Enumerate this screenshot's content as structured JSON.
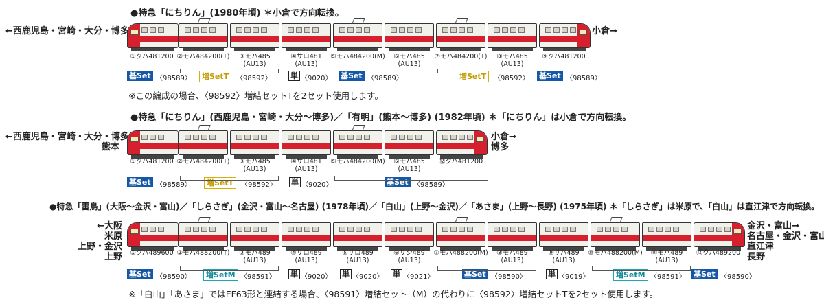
{
  "colors": {
    "stripe": "#d7202e",
    "body": "#f2f2ec",
    "base_badge": "#1458a6",
    "zosetT": "#c49a00",
    "zosetM": "#128a99"
  },
  "section1": {
    "title": "●特急「にちりん」(1980年頃) ＊小倉で方向転換。",
    "left_dest": "←西鹿児島・宮崎・大分・博多",
    "right_dest": "小倉→",
    "cars": [
      "①クハ481200",
      "②モハ484200(T)",
      "③モハ485\n(AU13)",
      "④サロ481\n(AU13)",
      "⑤モハ484200(M)",
      "⑥モハ485\n(AU13)",
      "⑦モハ484200(T)",
      "⑧モハ485\n(AU13)",
      "⑨クハ481200"
    ],
    "sets": [
      {
        "badge": "基Set",
        "num": "〈98589〉"
      },
      {
        "badge": "増SetT",
        "num": "〈98592〉"
      },
      {
        "badge": "単",
        "num": "〈9020〉"
      },
      {
        "badge": "基Set",
        "num": "〈98589〉"
      },
      {
        "badge": "増SetT",
        "num": "〈98592〉"
      },
      {
        "badge": "基Set",
        "num": "〈98589〉"
      }
    ],
    "note": "※この編成の場合、〈98592〉増結セットTを2セット使用します。"
  },
  "section2": {
    "title": "●特急「にちりん」(西鹿児島・宮崎・大分〜博多)／「有明」(熊本〜博多) (1982年頃) ＊「にちりん」は小倉で方向転換。",
    "left_dest": "←西鹿児島・宮崎・大分・博多",
    "left_dest2": "熊本",
    "right_dest": "小倉→",
    "right_dest2": "博多",
    "cars": [
      "①クハ481200",
      "②モハ484200(T)",
      "③モハ485\n(AU13)",
      "④サロ481\n(AU13)",
      "⑤モハ484200(M)",
      "⑥モハ485\n(AU13)",
      "⑫クハ481200"
    ],
    "sets": [
      {
        "badge": "基Set",
        "num": "〈98589〉"
      },
      {
        "badge": "増SetT",
        "num": "〈98592〉"
      },
      {
        "badge": "単",
        "num": "〈9020〉"
      },
      {
        "badge": "基Set",
        "num": "〈98589〉"
      }
    ]
  },
  "section3": {
    "title": "●特急「雷鳥」(大阪〜金沢・富山)／「しらさぎ」(金沢・富山〜名古屋) (1978年頃)／「白山」(上野〜金沢)／「あさま」(上野〜長野) (1975年頃) ＊「しらさぎ」は米原で、「白山」は直江津で方向転換。",
    "left_dest": [
      "←大阪",
      "米原",
      "上野・金沢",
      "上野"
    ],
    "right_dest": [
      "金沢・富山→",
      "名古屋・金沢・富山",
      "直江津",
      "長野"
    ],
    "cars": [
      "①クハ489600",
      "②モハ488200(T)",
      "③モハ489\n(AU13)",
      "④サロ489\n(AU13)",
      "⑤サロ489\n(AU13)",
      "⑥サシ489\n(AU13)",
      "⑦モハ488200(M)",
      "⑧モハ489\n(AU13)",
      "⑨サハ489\n(AU13)",
      "⑩モハ488200(M)",
      "⑪モハ489\n(AU13)",
      "⑫クハ489200"
    ],
    "sets": [
      {
        "badge": "基Set",
        "num": "〈98590〉"
      },
      {
        "badge": "増SetM",
        "num": "〈98591〉"
      },
      {
        "badge": "単",
        "num": "〈9020〉"
      },
      {
        "badge": "単",
        "num": "〈9020〉"
      },
      {
        "badge": "単",
        "num": "〈9021〉"
      },
      {
        "badge": "基Set",
        "num": "〈98590〉"
      },
      {
        "badge": "単",
        "num": "〈9019〉"
      },
      {
        "badge": "増SetM",
        "num": "〈98591〉"
      },
      {
        "badge": "基Set",
        "num": "〈98590〉"
      }
    ],
    "note": "※「白山」「あさま」ではEF63形と連結する場合、〈98591〉増結セット（M）の代わりに〈98592〉増結セットTを2セット使用します。"
  }
}
